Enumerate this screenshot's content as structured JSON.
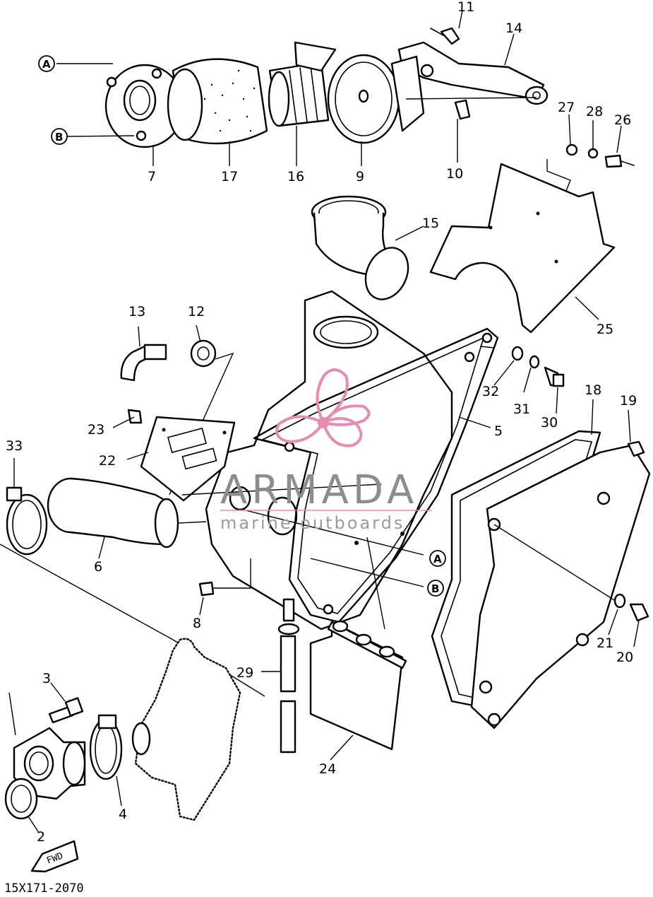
{
  "diagram": {
    "part_numbers": [
      "2",
      "3",
      "4",
      "5",
      "6",
      "7",
      "8",
      "9",
      "10",
      "11",
      "12",
      "13",
      "14",
      "15",
      "16",
      "17",
      "18",
      "19",
      "20",
      "21",
      "22",
      "23",
      "24",
      "25",
      "26",
      "27",
      "28",
      "29",
      "30",
      "31",
      "32",
      "33"
    ],
    "reference_letters": [
      "A",
      "B"
    ],
    "document_code": "15X171-2070",
    "fwd_label": "FWD"
  },
  "watermark": {
    "brand": "ARMADA",
    "tagline": "marine outboards",
    "logo_color": "#e58cb3",
    "text_color": "#8d8d8d"
  },
  "colors": {
    "line": "#000000",
    "background": "#ffffff"
  }
}
